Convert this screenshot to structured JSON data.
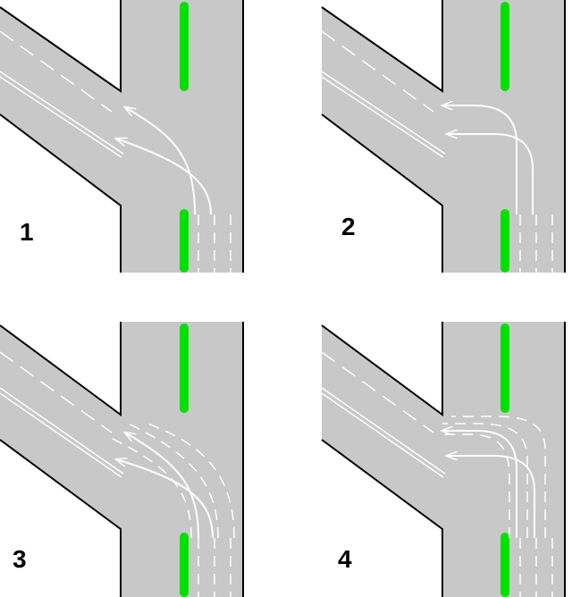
{
  "panels": [
    {
      "number": "1",
      "variant": "diagonal-arrows"
    },
    {
      "number": "2",
      "variant": "curved-arrows"
    },
    {
      "number": "3",
      "variant": "diagonal-dashed-lanes"
    },
    {
      "number": "4",
      "variant": "curved-dashed-lanes"
    }
  ],
  "colors": {
    "road": "#c8c8c8",
    "edge": "#000000",
    "median": "#00e000",
    "marking": "#ffffff",
    "background": "#ffffff"
  }
}
